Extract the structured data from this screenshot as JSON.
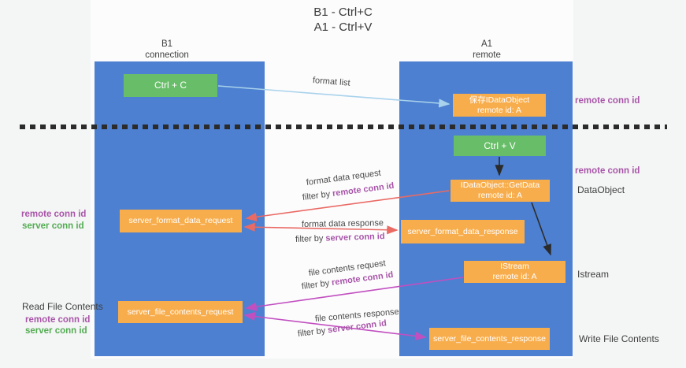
{
  "title": {
    "line1": "B1 - Ctrl+C",
    "line2": "A1 - Ctrl+V"
  },
  "columns": {
    "left": {
      "name": "B1",
      "role": "connection"
    },
    "right": {
      "name": "A1",
      "role": "remote"
    }
  },
  "nodes": {
    "ctrl_c": {
      "label": "Ctrl + C"
    },
    "save_dataobject": {
      "line1": "保存IDataObject",
      "line2": "remote id: A"
    },
    "ctrl_v": {
      "label": "Ctrl + V"
    },
    "getdata": {
      "line1": "IDataObject::GetData",
      "line2": "remote id: A"
    },
    "istream": {
      "line1": "IStream",
      "line2": "remote id: A"
    },
    "server_format_data_request": {
      "label": "server_format_data_request"
    },
    "server_format_data_response": {
      "label": "server_format_data_response"
    },
    "server_file_contents_request": {
      "label": "server_file_contents_request"
    },
    "server_file_contents_response": {
      "label": "server_file_contents_response"
    }
  },
  "arrow_labels": {
    "format_list": "format list",
    "format_data_request": "format data request",
    "format_data_response": "format data response",
    "file_contents_request": "file contents request",
    "file_contents_response": "file contents response",
    "filter_by": "filter by",
    "remote_conn_id": "remote conn id",
    "server_conn_id": "server conn id"
  },
  "side_labels": {
    "remote_conn_id": "remote conn id",
    "server_conn_id": "server conn id",
    "dataobject": "DataObject",
    "istream": "Istream",
    "read_file_contents": "Read File Contents",
    "write_file_contents": "Write File Contents"
  },
  "colors": {
    "lifeline_blue": "#4d80d0",
    "node_green": "#68bd68",
    "node_orange": "#f8ad4c",
    "arrow_red": "#ea6a64",
    "arrow_magenta": "#c24fc0",
    "arrow_blue": "#a9d2ec",
    "label_purple": "#a855a8",
    "label_green": "#53ac53"
  }
}
